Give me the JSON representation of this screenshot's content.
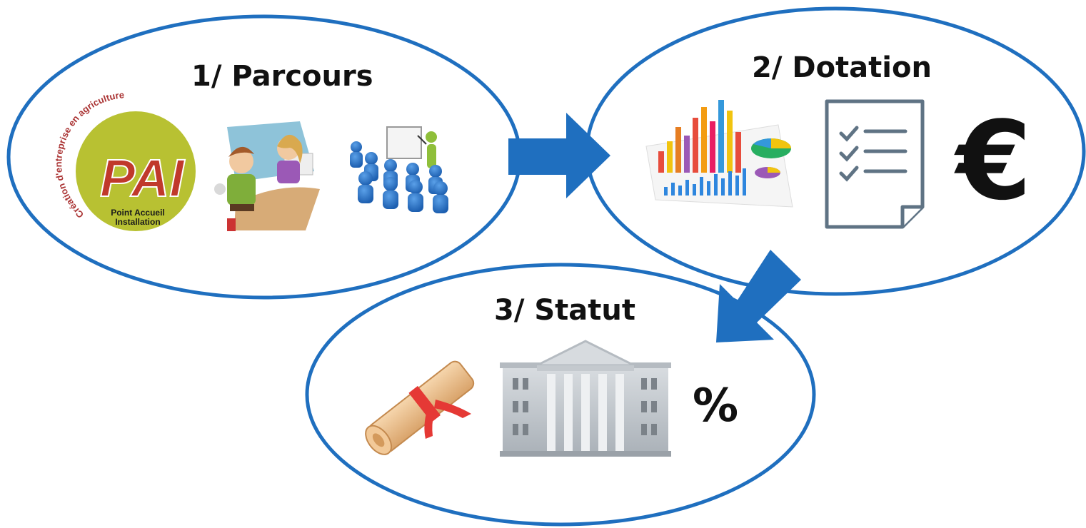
{
  "steps": [
    {
      "title": "1/ Parcours"
    },
    {
      "title": "2/ Dotation"
    },
    {
      "title": "3/ Statut"
    }
  ],
  "pai_logo": {
    "arc_text": "Création d'entreprise en agriculture",
    "big_letters": "PAI",
    "caption_line1": "Point Accueil",
    "caption_line2": "Installation"
  },
  "symbols": {
    "euro": "€",
    "percent": "%"
  },
  "icons": {
    "step1": [
      "pai-logo-icon",
      "meeting-icon",
      "presentation-icon"
    ],
    "step2": [
      "bar-chart-icon",
      "checklist-document-icon",
      "euro-icon"
    ],
    "step3": [
      "diploma-scroll-icon",
      "government-building-icon",
      "percent-icon"
    ]
  },
  "colors": {
    "ellipse_stroke": "#1f6fbf",
    "arrow_fill": "#1f6fbf",
    "title_text": "#111111",
    "pai_green": "#b8c132",
    "pai_red": "#c0392b"
  }
}
